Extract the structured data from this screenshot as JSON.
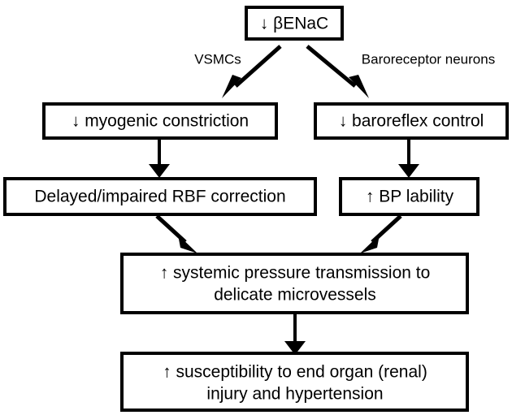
{
  "diagram": {
    "title": "beta-ENaC downregulation consequences flowchart",
    "background_color": "#ffffff",
    "line_color": "#000000",
    "nodes": [
      {
        "id": "benac",
        "lines": [
          "↓ βENaC"
        ]
      },
      {
        "id": "myogenic",
        "lines": [
          "↓ myogenic constriction"
        ]
      },
      {
        "id": "baroreflex",
        "lines": [
          "↓ baroreflex control"
        ]
      },
      {
        "id": "rbf",
        "lines": [
          "Delayed/impaired RBF correction"
        ]
      },
      {
        "id": "bp",
        "lines": [
          "↑ BP lability"
        ]
      },
      {
        "id": "pressure",
        "lines": [
          "↑ systemic pressure transmission to",
          "delicate microvessels"
        ]
      },
      {
        "id": "susceptibility",
        "lines": [
          "↑ susceptibility to end organ (renal)",
          "injury and hypertension"
        ]
      }
    ],
    "edge_labels": [
      {
        "id": "vsmcs",
        "text": "VSMCs"
      },
      {
        "id": "baroreceptor",
        "text": "Baroreceptor neurons"
      }
    ]
  }
}
